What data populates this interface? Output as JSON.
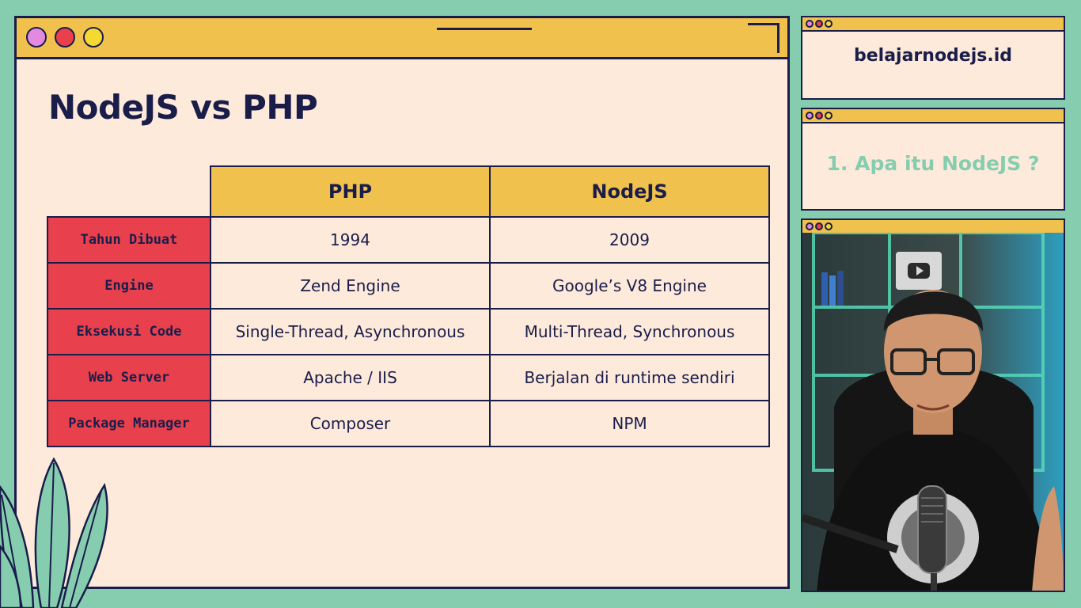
{
  "slide": {
    "title": "NodeJS vs PHP",
    "columns": [
      "PHP",
      "NodeJS"
    ],
    "rows": [
      {
        "label": "Tahun Dibuat",
        "php": "1994",
        "nodejs": "2009"
      },
      {
        "label": "Engine",
        "php": "Zend Engine",
        "nodejs": "Google’s V8 Engine"
      },
      {
        "label": "Eksekusi Code",
        "php": "Single-Thread, Asynchronous",
        "nodejs": "Multi-Thread, Synchronous"
      },
      {
        "label": "Web Server",
        "php": "Apache / IIS",
        "nodejs": "Berjalan di runtime sendiri"
      },
      {
        "label": "Package Manager",
        "php": "Composer",
        "nodejs": "NPM"
      }
    ]
  },
  "sidebar": {
    "site": "belajarnodejs.id",
    "topic": "1. Apa itu NodeJS ?"
  },
  "colors": {
    "background": "#86cdb0",
    "window": "#fdeadb",
    "bar": "#f0c14d",
    "row_header": "#e8404c",
    "navy": "#1a1d4a",
    "dot_pink": "#e38ae0",
    "dot_red": "#e8404c",
    "dot_yellow": "#f5d832"
  },
  "icons": [
    "window-dot-icon",
    "plant-illustration",
    "presenter-video"
  ]
}
